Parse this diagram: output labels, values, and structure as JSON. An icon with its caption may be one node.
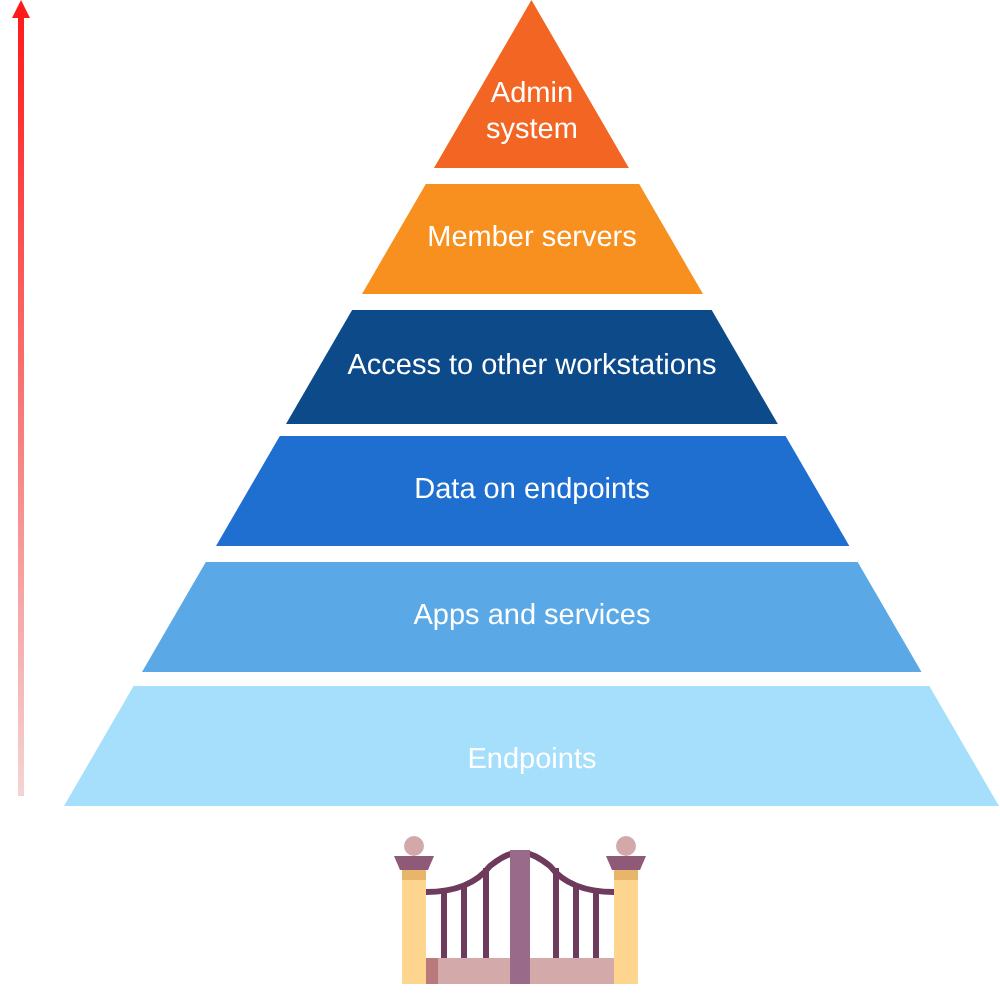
{
  "diagram": {
    "nodes": [
      {
        "text": [
          "Admin system"
        ]
      },
      {
        "text": [
          "Member servers"
        ]
      },
      {
        "text": [
          "Access to other workstations"
        ]
      },
      {
        "text": [
          "Data on endpoints"
        ]
      },
      {
        "text": [
          "Apps and services"
        ]
      },
      {
        "text": [
          "Endpoints"
        ]
      }
    ]
  }
}
